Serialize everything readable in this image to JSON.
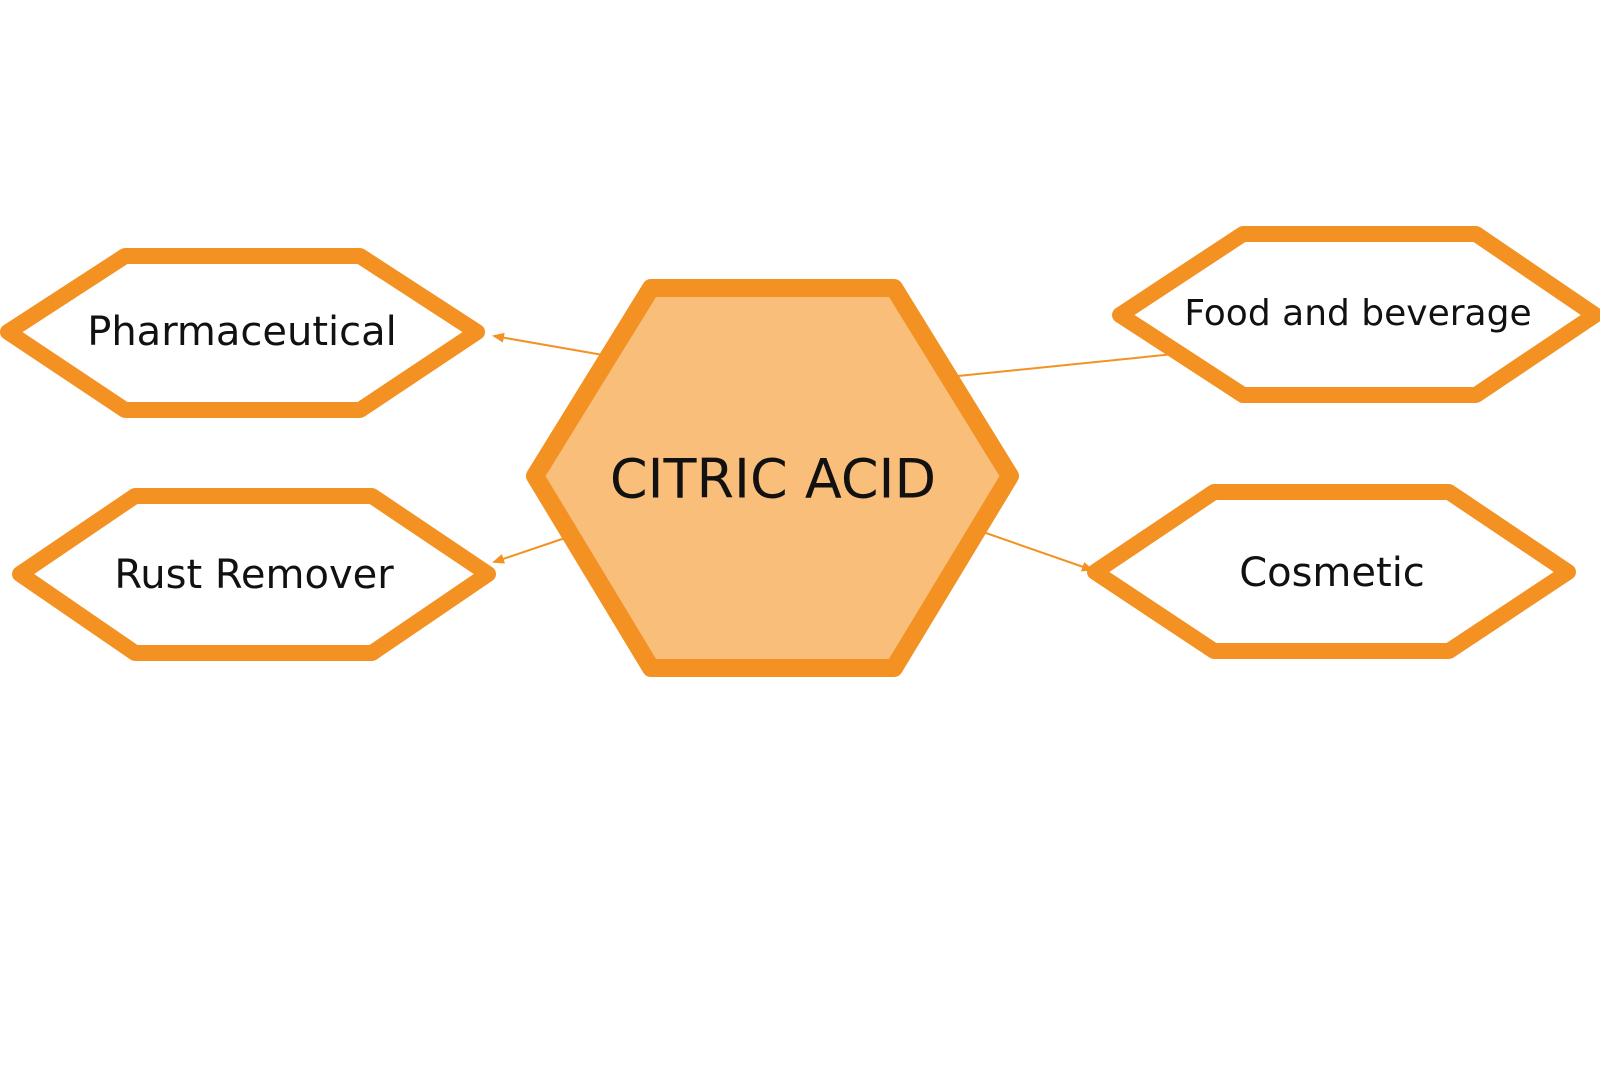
{
  "diagram": {
    "center": {
      "label": "CITRIC ACID"
    },
    "nodes": [
      {
        "id": "pharmaceutical",
        "label": "Pharmaceutical"
      },
      {
        "id": "rust-remover",
        "label": "Rust Remover"
      },
      {
        "id": "food-and-beverage",
        "label": "Food and beverage"
      },
      {
        "id": "cosmetic",
        "label": "Cosmetic"
      }
    ],
    "colors": {
      "accent": "#F39222",
      "center_fill": "#F8BE7A",
      "node_fill": "#FFFFFF",
      "text": "#111111"
    }
  }
}
